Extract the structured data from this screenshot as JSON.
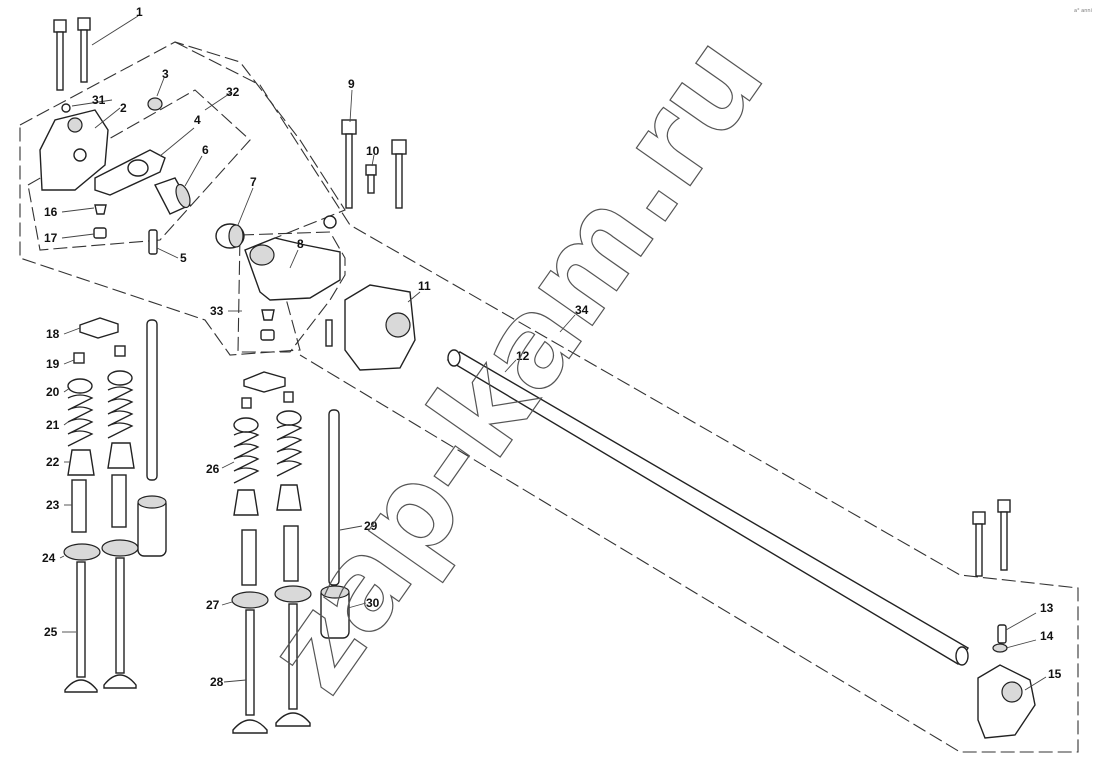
{
  "diagram": {
    "watermark": "zap-kam.ru",
    "corner_mark": "a° anni",
    "callouts": [
      "1",
      "2",
      "3",
      "4",
      "5",
      "6",
      "7",
      "8",
      "9",
      "10",
      "11",
      "12",
      "13",
      "14",
      "15",
      "16",
      "17",
      "18",
      "19",
      "20",
      "21",
      "22",
      "23",
      "24",
      "25",
      "26",
      "27",
      "28",
      "29",
      "30",
      "31",
      "32",
      "33",
      "34"
    ]
  }
}
